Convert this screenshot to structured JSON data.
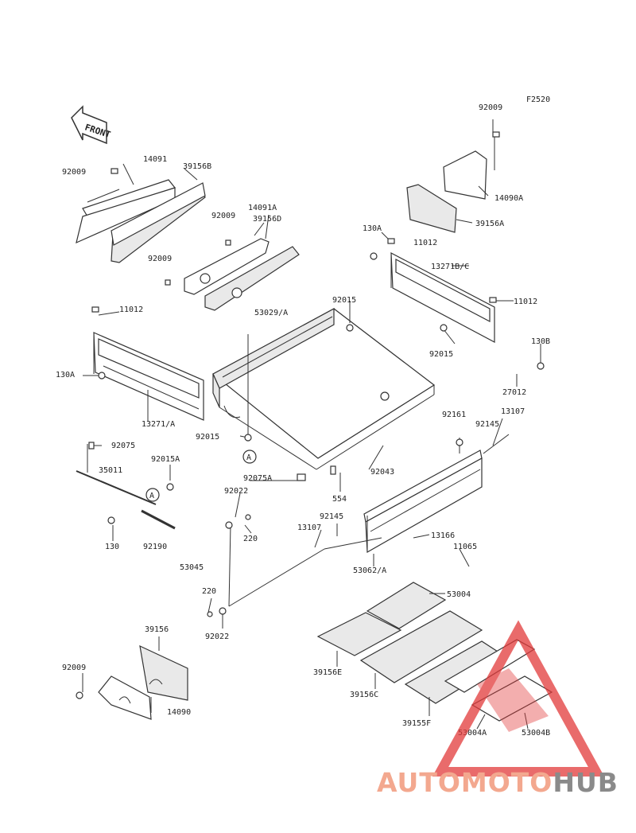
{
  "figure_code": "F2520",
  "front_label": "FRONT",
  "callouts": [
    "92009",
    "14091",
    "39156B",
    "14091A",
    "39156D",
    "92009",
    "92009",
    "11012",
    "130A",
    "13271/A",
    "53029/A",
    "92015",
    "92015",
    "92009",
    "14090A",
    "39156A",
    "11012",
    "130A",
    "13271B/C",
    "11012",
    "92015",
    "130B",
    "27012",
    "92161",
    "13107",
    "92145",
    "92075",
    "92015A",
    "35011",
    "130",
    "92190",
    "92075A",
    "554",
    "92043",
    "92022",
    "220",
    "53045",
    "220",
    "92022",
    "92145",
    "13107",
    "13166",
    "11065",
    "53062/A",
    "53004",
    "39156E",
    "39156C",
    "39155F",
    "53004A",
    "53004B",
    "39156",
    "92009",
    "14090"
  ],
  "ref_marks": [
    "A",
    "A"
  ],
  "watermark": {
    "part1": "AUTOMOTO",
    "part2": "HUB",
    "color1": "#f3a88f",
    "color2": "#8a8a8a",
    "logo_color": "#e23a3a"
  }
}
